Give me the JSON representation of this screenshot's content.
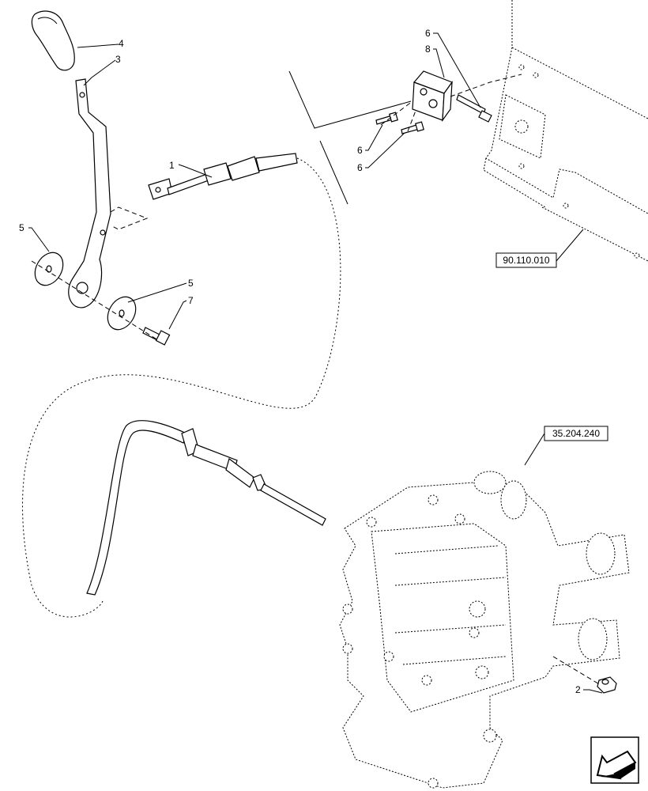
{
  "callouts": {
    "c1": "1",
    "c2": "2",
    "c3": "3",
    "c4": "4",
    "c5a": "5",
    "c5b": "5",
    "c6a": "6",
    "c6b": "6",
    "c6c": "6",
    "c7": "7",
    "c8": "8"
  },
  "references": {
    "frame": "90.110.010",
    "valve": "35.204.240"
  },
  "icons": {
    "corner": "navigation-arrow-icon"
  }
}
